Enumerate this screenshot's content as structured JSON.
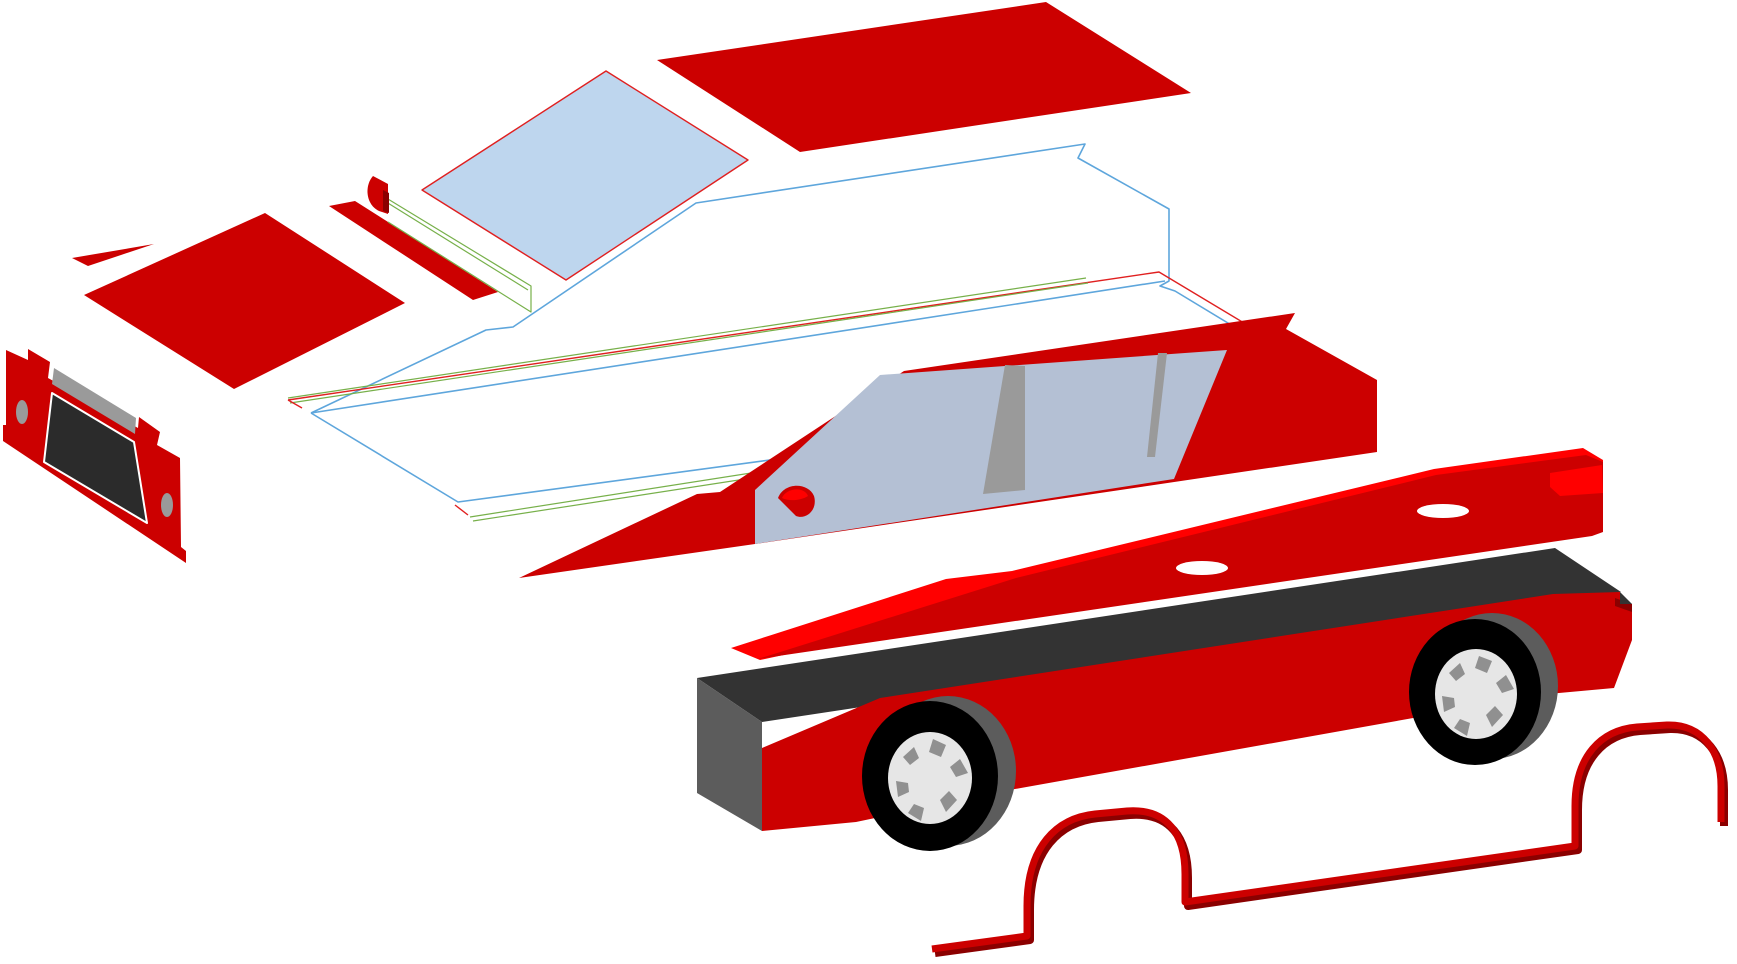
{
  "scene": {
    "description_label": "",
    "parts": [
      "roof-panel",
      "windshield",
      "hood-panel",
      "front-fascia",
      "body-side-upper",
      "side-window",
      "rocker-skirt",
      "wheel-arch-trim",
      "front-wheel",
      "rear-wheel"
    ]
  },
  "colors": {
    "body_red": "#cc0000",
    "bright_red": "#ff0000",
    "dark_red": "#8b0000",
    "glass_blue": "#bed6ee",
    "glass_gray": "#b4c0d4",
    "outline_blue": "#5ea6dc",
    "outline_green": "#77b04a",
    "outline_red": "#e02020",
    "tire_black": "#000000",
    "rim_light": "#e6e6e6",
    "rim_gray": "#909090",
    "sill_dark": "#333333",
    "sill_side": "#5c5c5c",
    "grille_dark": "#2b2b2b",
    "trim_gray": "#9a9a9a",
    "background": "#ffffff"
  }
}
